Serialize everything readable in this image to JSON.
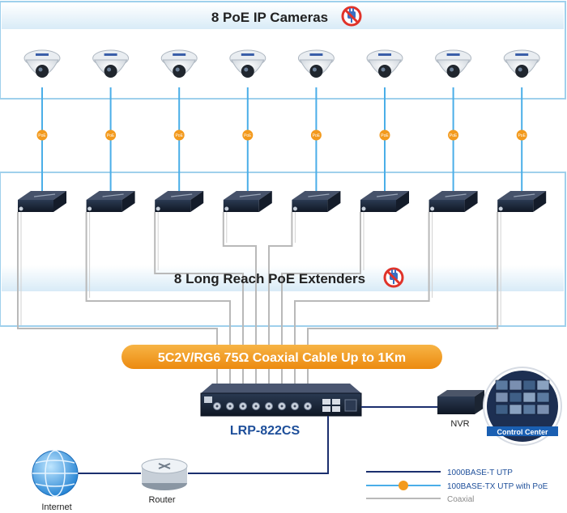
{
  "diagram": {
    "cameras_title": "8 PoE IP Cameras",
    "extenders_title": "8 Long Reach PoE Extenders",
    "cable_banner": "5C2V/RG6 75Ω Coaxial Cable Up to 1Km",
    "switch_model": "LRP-822CS",
    "nvr_label": "NVR",
    "control_center_label": "Control Center",
    "internet_label": "Internet",
    "router_label": "Router",
    "poe_marker": "PoE",
    "camera_count": 8,
    "extender_count": 8
  },
  "legend": {
    "items": [
      {
        "label": "1000BASE-T UTP",
        "color": "#1b2f6e"
      },
      {
        "label": "100BASE-TX UTP with PoE",
        "color": "#4aaee8"
      },
      {
        "label": "Coaxial",
        "color": "#b9b9b9"
      }
    ]
  },
  "colors": {
    "panel_border": "#9fd0ec",
    "panel_fill": "#eaf4fb",
    "banner_orange": "#f39a1d",
    "model_text": "#1e4f9a",
    "utp_dark": "#1b2f6e",
    "poe_blue": "#4aaee8",
    "coax_gray": "#b9b9b9"
  },
  "icons": {
    "no_power": "no-power-plug-icon",
    "camera": "dome-camera-icon",
    "extender": "extender-box-icon",
    "switch": "switch-chassis-icon",
    "nvr": "nvr-box-icon",
    "globe": "globe-icon",
    "router": "router-icon"
  }
}
